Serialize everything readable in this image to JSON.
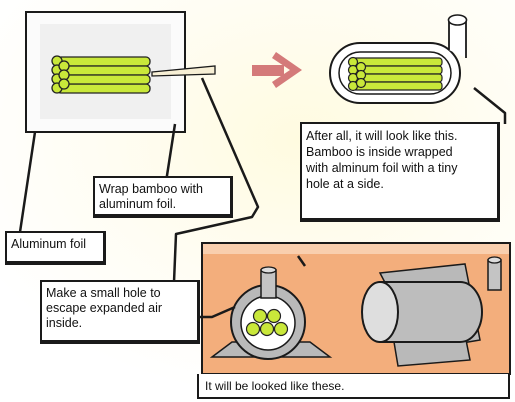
{
  "labels": {
    "aluminum_foil": "Aluminum foil",
    "wrap_line1": "Wrap bamboo with",
    "wrap_line2": "aluminum foil.",
    "hole_line1": "Make a small hole to",
    "hole_line2": "escape expanded air",
    "hole_line3": "inside.",
    "after_line1": "After all, it will look like this.",
    "after_line2": "Bamboo is inside wrapped",
    "after_line3": "with alminum foil   with a tiny",
    "after_line4": "hole at a side.",
    "caption": "It will be looked like these."
  },
  "colors": {
    "bamboo": "#c9e83a",
    "foil": "#c0c0c0",
    "panel": "#f3ae7c",
    "arrow": "#d47a7a",
    "stripe": "#b9b9b9",
    "ink": "#1a1a1a"
  },
  "icons": {
    "arrow": "right-arrow-icon",
    "bundle": "bamboo-bundle-icon"
  }
}
